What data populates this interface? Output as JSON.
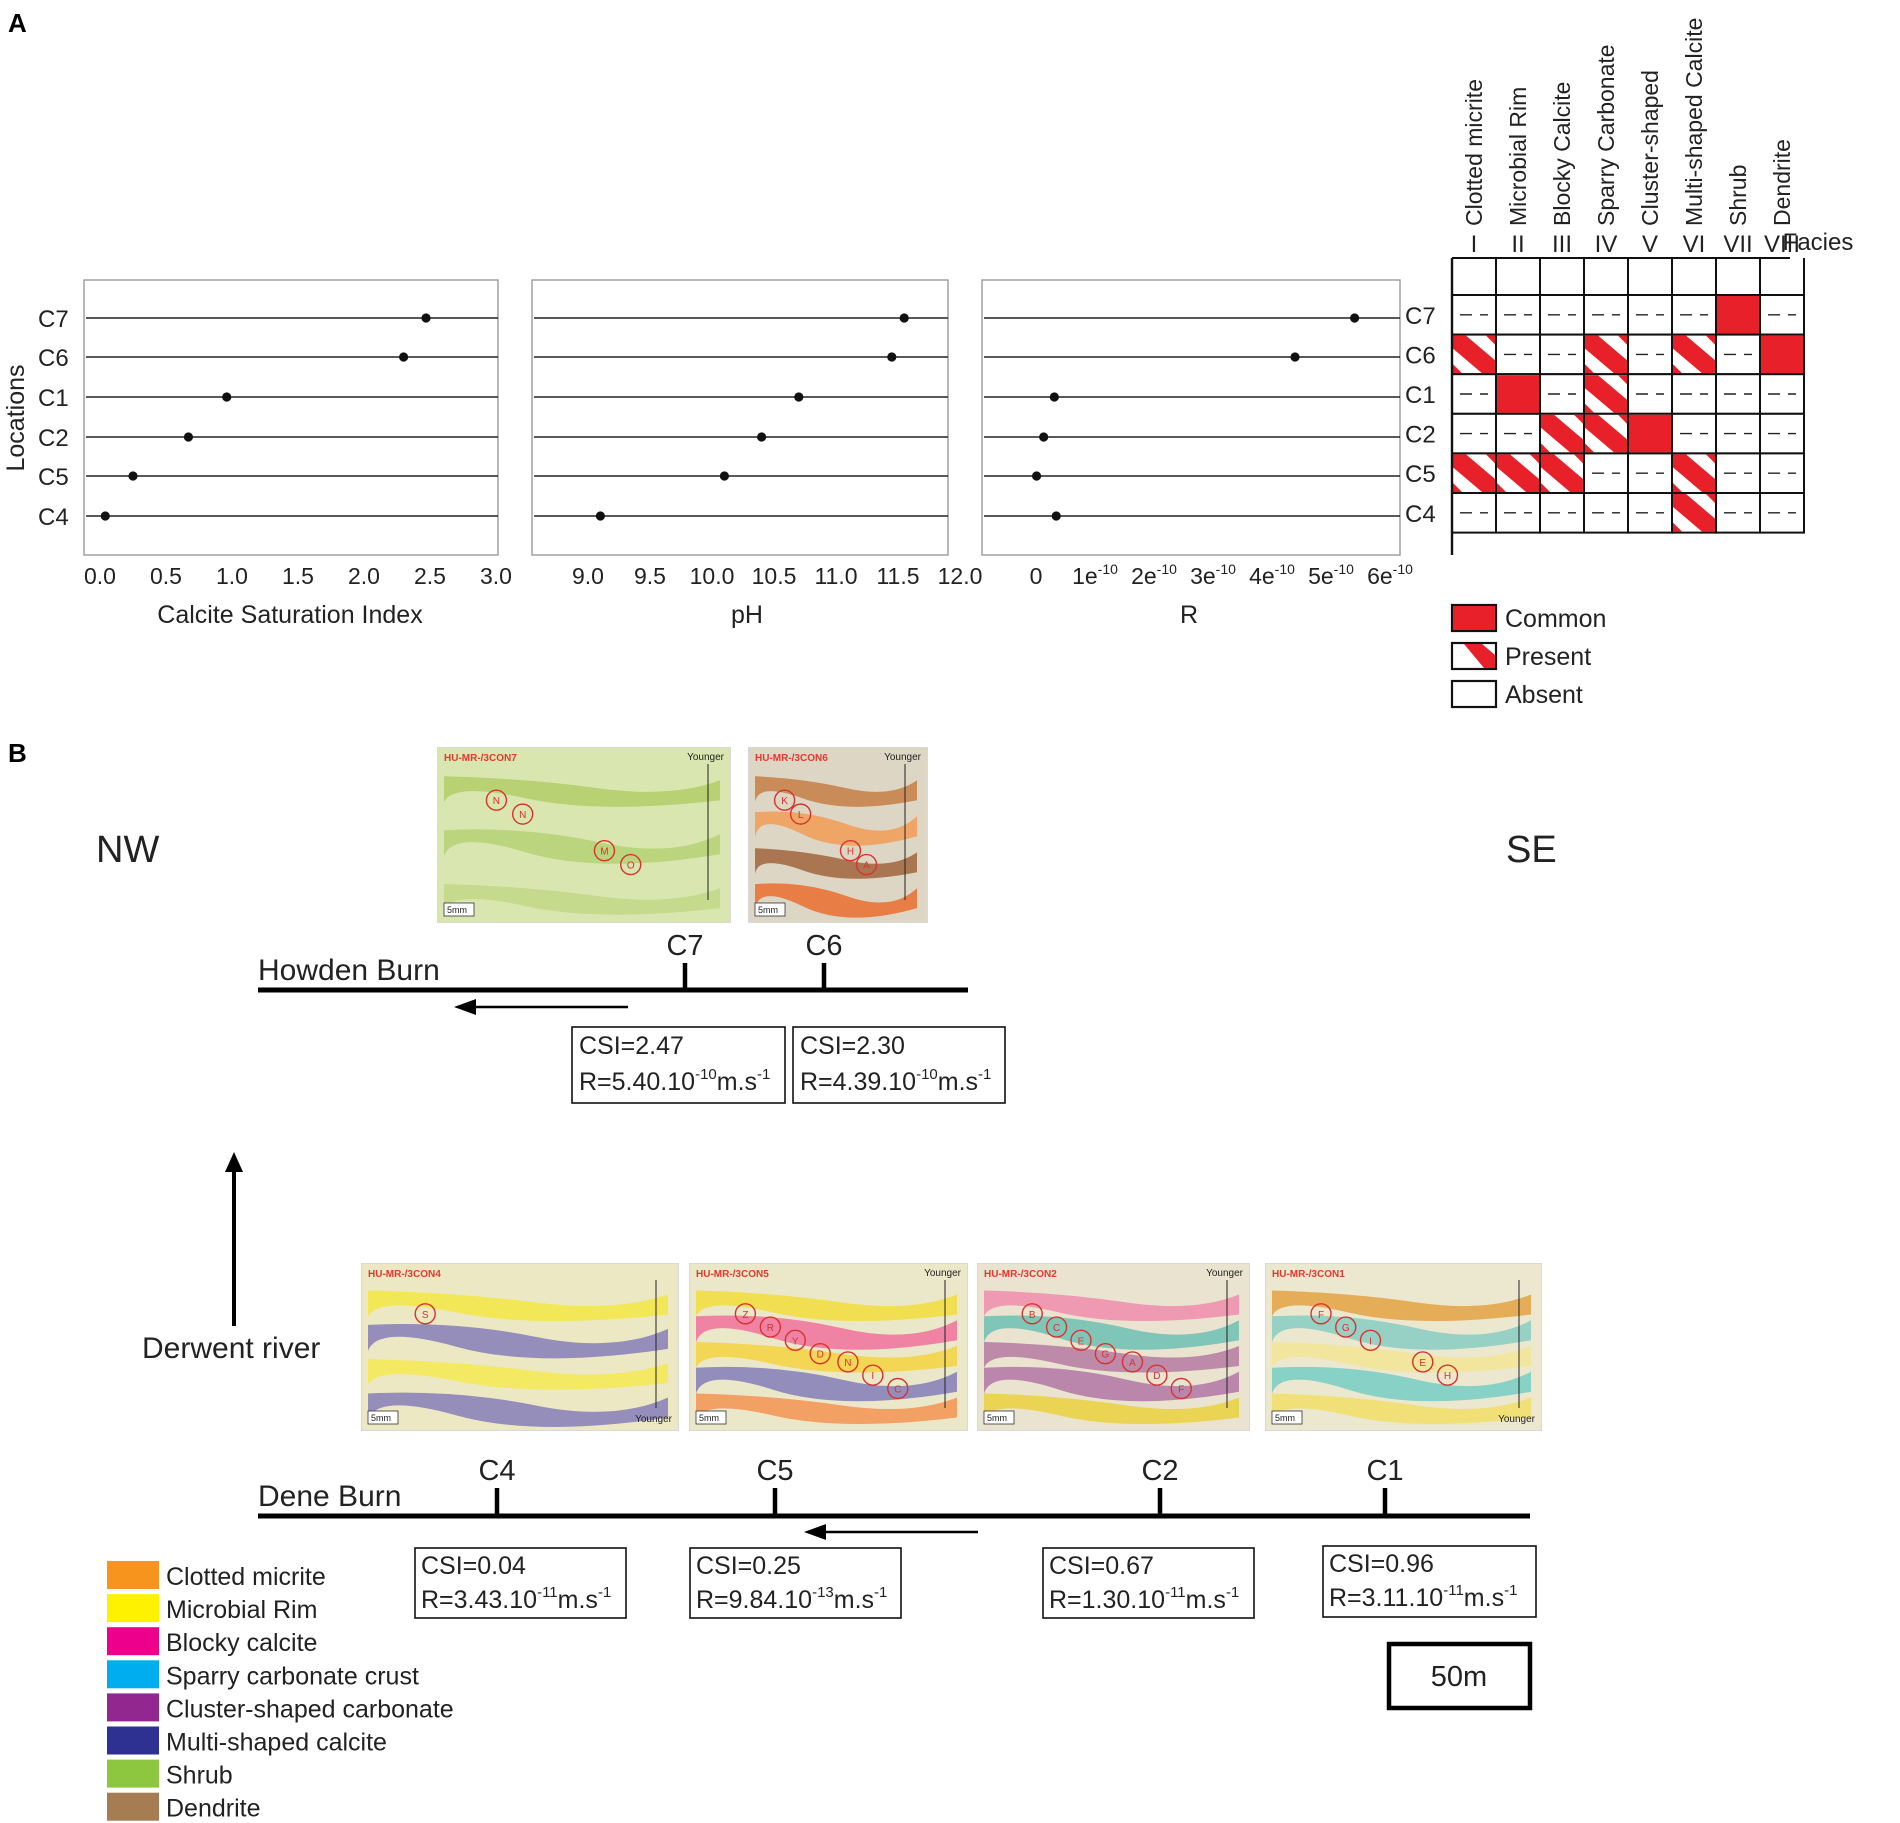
{
  "panel_labels": [
    "A",
    "B"
  ],
  "chart_data": [
    {
      "type": "scatter",
      "ylabel": "Locations",
      "xlabel": "Calcite Saturation Index",
      "categories": [
        "C7",
        "C6",
        "C1",
        "C2",
        "C5",
        "C4"
      ],
      "values": [
        2.47,
        2.3,
        0.96,
        0.67,
        0.25,
        0.04
      ],
      "xlim": [
        -0.6,
        3.0
      ],
      "xticks": [
        "0.0",
        "0.5",
        "1.0",
        "1.5",
        "2.0",
        "2.5",
        "3.0"
      ],
      "grid": false,
      "marker_color": "#111111"
    },
    {
      "type": "scatter",
      "xlabel": "pH",
      "categories": [
        "C7",
        "C6",
        "C1",
        "C2",
        "C5",
        "C4"
      ],
      "values": [
        11.55,
        11.45,
        10.7,
        10.4,
        10.1,
        9.1
      ],
      "xlim": [
        8.5,
        12.0
      ],
      "xticks": [
        "9.0",
        "9.5",
        "10.0",
        "10.5",
        "11.0",
        "11.5",
        "12.0"
      ],
      "grid": false,
      "marker_color": "#111111"
    },
    {
      "type": "scatter",
      "xlabel": "R",
      "categories": [
        "C7",
        "C6",
        "C1",
        "C2",
        "C5",
        "C4"
      ],
      "values": [
        5.4e-10,
        4.39e-10,
        3.11e-11,
        1.3e-11,
        9.84e-13,
        3.43e-11
      ],
      "xlim": [
        -8e-11,
        6e-10
      ],
      "xticks": [
        {
          "base": "0",
          "exp": ""
        },
        {
          "base": "1e",
          "exp": "-10"
        },
        {
          "base": "2e",
          "exp": "-10"
        },
        {
          "base": "3e",
          "exp": "-10"
        },
        {
          "base": "4e",
          "exp": "-10"
        },
        {
          "base": "5e",
          "exp": "-10"
        },
        {
          "base": "6e",
          "exp": "-10"
        }
      ],
      "grid": false,
      "marker_color": "#111111"
    },
    {
      "type": "table",
      "corner_label": "Facies",
      "columns": [
        {
          "numeral": "I",
          "name": "Clotted micrite"
        },
        {
          "numeral": "II",
          "name": "Microbial Rim"
        },
        {
          "numeral": "III",
          "name": "Blocky Calcite"
        },
        {
          "numeral": "IV",
          "name": "Sparry Carbonate"
        },
        {
          "numeral": "V",
          "name": "Cluster-shaped"
        },
        {
          "numeral": "VI",
          "name": "Multi-shaped Calcite"
        },
        {
          "numeral": "VII",
          "name": "Shrub"
        },
        {
          "numeral": "VIII",
          "name": "Dendrite"
        }
      ],
      "rows": [
        {
          "label": "C7",
          "cells": [
            "absent",
            "absent",
            "absent",
            "absent",
            "absent",
            "absent",
            "common",
            "absent"
          ]
        },
        {
          "label": "C6",
          "cells": [
            "present",
            "absent",
            "absent",
            "present",
            "absent",
            "present",
            "absent",
            "common"
          ]
        },
        {
          "label": "C1",
          "cells": [
            "absent",
            "common",
            "absent",
            "present",
            "absent",
            "absent",
            "absent",
            "absent"
          ]
        },
        {
          "label": "C2",
          "cells": [
            "absent",
            "absent",
            "present",
            "present",
            "common",
            "absent",
            "absent",
            "absent"
          ]
        },
        {
          "label": "C5",
          "cells": [
            "present",
            "present",
            "present",
            "absent",
            "absent",
            "present",
            "absent",
            "absent"
          ]
        },
        {
          "label": "C4",
          "cells": [
            "absent",
            "absent",
            "absent",
            "absent",
            "absent",
            "present",
            "absent",
            "absent"
          ]
        }
      ],
      "legend": [
        {
          "key": "common",
          "label": "Common"
        },
        {
          "key": "present",
          "label": "Present"
        },
        {
          "key": "absent",
          "label": "Absent"
        }
      ],
      "color_common": "#e8202a"
    }
  ],
  "map": {
    "direction_left": "NW",
    "direction_right": "SE",
    "tributary_label": "Derwent river",
    "scale_label": "50m",
    "upper_stream": {
      "name": "Howden Burn",
      "sites": [
        {
          "label": "C7",
          "csi": "CSI=2.47",
          "r_base": "R=5.40.10",
          "r_exp": "-10",
          "r_unit": "m.s",
          "r_unit_exp": "-1"
        },
        {
          "label": "C6",
          "csi": "CSI=2.30",
          "r_base": "R=4.39.10",
          "r_exp": "-10",
          "r_unit": "m.s",
          "r_unit_exp": "-1"
        }
      ]
    },
    "lower_stream": {
      "name": "Dene Burn",
      "sites": [
        {
          "label": "C4",
          "csi": "CSI=0.04",
          "r_base": "R=3.43.10",
          "r_exp": "-11",
          "r_unit": "m.s",
          "r_unit_exp": "-1"
        },
        {
          "label": "C5",
          "csi": "CSI=0.25",
          "r_base": "R=9.84.10",
          "r_exp": "-13",
          "r_unit": "m.s",
          "r_unit_exp": "-1"
        },
        {
          "label": "C2",
          "csi": "CSI=0.67",
          "r_base": "R=1.30.10",
          "r_exp": "-11",
          "r_unit": "m.s",
          "r_unit_exp": "-1"
        },
        {
          "label": "C1",
          "csi": "CSI=0.96",
          "r_base": "R=3.11.10",
          "r_exp": "-11",
          "r_unit": "m.s",
          "r_unit_exp": "-1"
        }
      ]
    },
    "samples": [
      {
        "id": "HU-MR-/3CON7",
        "site": "C7",
        "scale": "5mm",
        "younger": "Younger",
        "palette": "shrub",
        "markers": [
          "N",
          "M",
          "N",
          "O"
        ]
      },
      {
        "id": "HU-MR-/3CON6",
        "site": "C6",
        "scale": "5mm",
        "younger": "Younger",
        "palette": "dendrite",
        "markers": [
          "K",
          "H",
          "L",
          "A"
        ]
      },
      {
        "id": "HU-MR-/3CON4",
        "site": "C4",
        "scale": "5mm",
        "younger": "Younger",
        "palette": "multi",
        "markers": [
          "S"
        ]
      },
      {
        "id": "HU-MR-/3CON5",
        "site": "C5",
        "scale": "5mm",
        "younger": "Younger",
        "palette": "mixed",
        "markers": [
          "Z",
          "N",
          "R",
          "I",
          "Y",
          "C",
          "D"
        ]
      },
      {
        "id": "HU-MR-/3CON2",
        "site": "C2",
        "scale": "5mm",
        "younger": "Younger",
        "palette": "cluster",
        "markers": [
          "B",
          "A",
          "C",
          "D",
          "E",
          "F",
          "G"
        ]
      },
      {
        "id": "HU-MR-/3CON1",
        "site": "C1",
        "scale": "5mm",
        "younger": "Younger",
        "palette": "sparry",
        "markers": [
          "F",
          "E",
          "G",
          "H",
          "I"
        ]
      }
    ]
  },
  "facies_legend": [
    {
      "label": "Clotted micrite",
      "color": "#f7941d"
    },
    {
      "label": "Microbial Rim",
      "color": "#fff200"
    },
    {
      "label": "Blocky calcite",
      "color": "#ec008c"
    },
    {
      "label": "Sparry carbonate crust",
      "color": "#00aeef"
    },
    {
      "label": "Cluster-shaped carbonate",
      "color": "#92278f"
    },
    {
      "label": "Multi-shaped calcite",
      "color": "#2e3192"
    },
    {
      "label": "Shrub",
      "color": "#8dc63f"
    },
    {
      "label": "Dendrite",
      "color": "#a67c52"
    }
  ]
}
